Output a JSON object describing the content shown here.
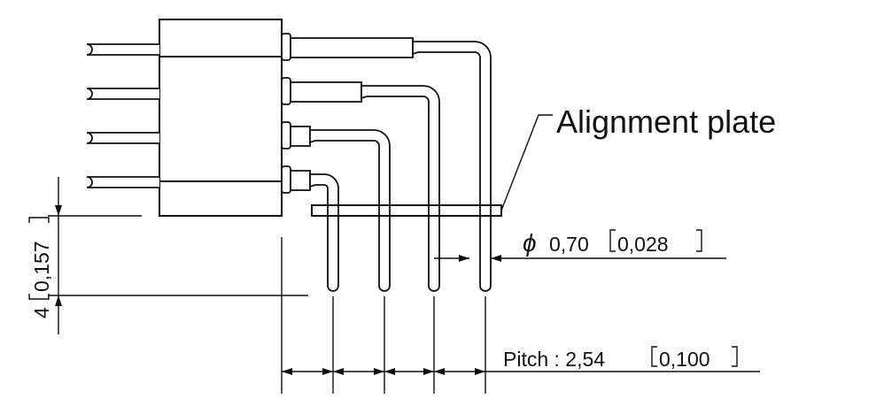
{
  "labels": {
    "alignment_plate": "Alignment plate",
    "diameter_symbol": "ϕ",
    "diameter_value": "0,70",
    "diameter_inch": "0,028",
    "pitch_prefix": "Pitch : 2,54",
    "pitch_inch": "0,100",
    "height_value": "4",
    "height_inch": "0,157"
  },
  "colors": {
    "line": "#111111",
    "background": "#ffffff"
  }
}
